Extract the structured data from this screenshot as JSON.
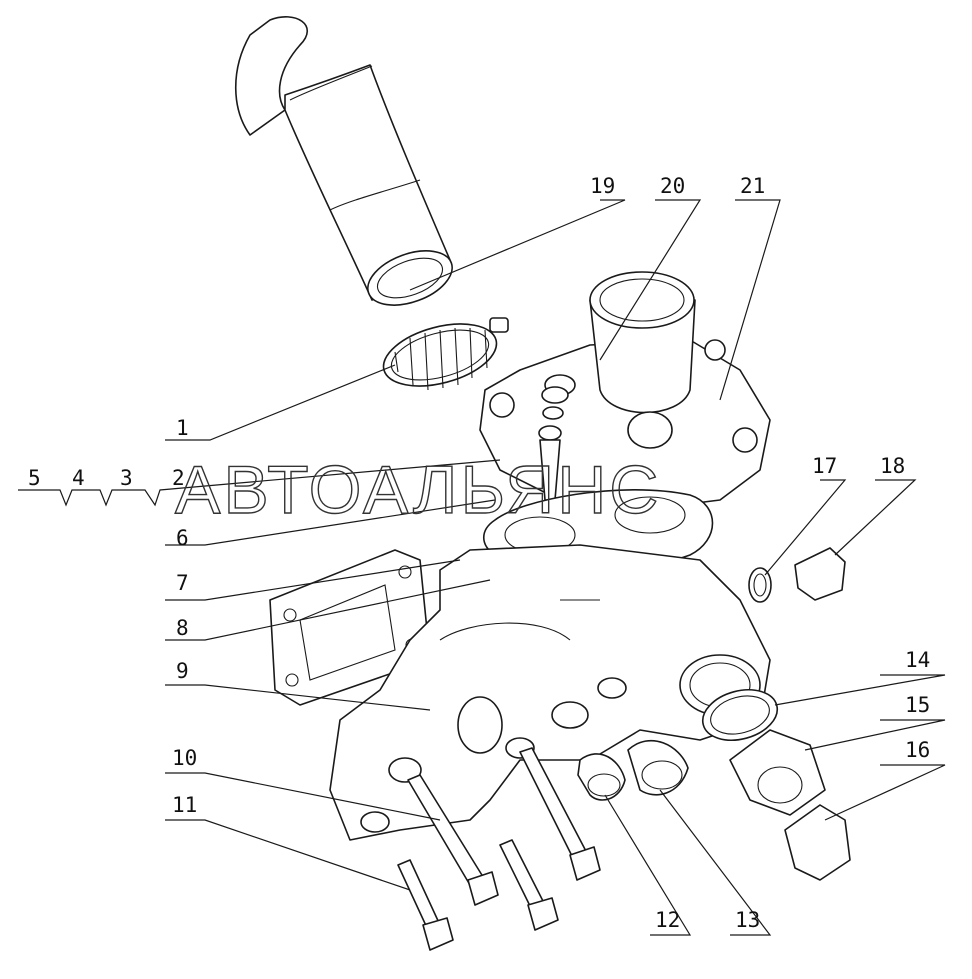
{
  "watermark": "АВТОАЛЬЯНС",
  "callouts": {
    "c1": "1",
    "c2": "2",
    "c3": "3",
    "c4": "4",
    "c5": "5",
    "c6": "6",
    "c7": "7",
    "c8": "8",
    "c9": "9",
    "c10": "10",
    "c11": "11",
    "c12": "12",
    "c13": "13",
    "c14": "14",
    "c15": "15",
    "c16": "16",
    "c17": "17",
    "c18": "18",
    "c19": "19",
    "c20": "20",
    "c21": "21"
  }
}
